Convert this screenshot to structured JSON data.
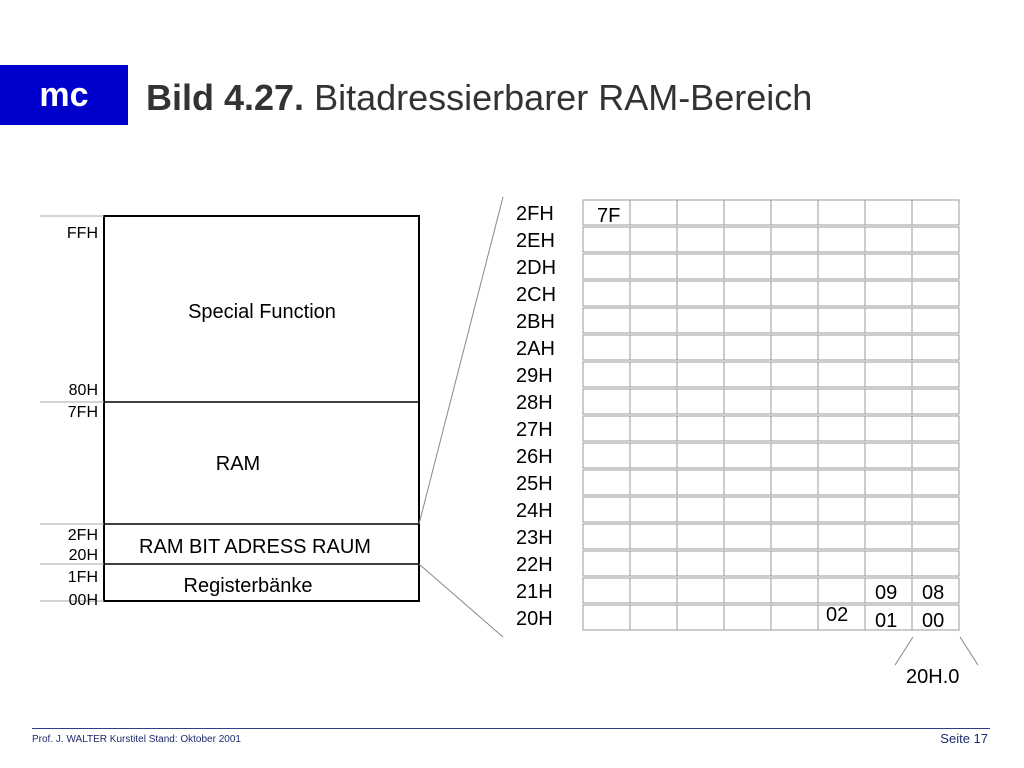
{
  "header": {
    "logo": "mc",
    "title_bold": "Bild 4.27.",
    "title_rest": "Bitadressierbarer RAM-Bereich"
  },
  "memory_map": {
    "addresses": [
      "FFH",
      "80H",
      "7FH",
      "2FH",
      "20H",
      "1FH",
      "00H"
    ],
    "regions": [
      "Special Function",
      "RAM",
      "RAM BIT ADRESS RAUM",
      "Registerbänke"
    ]
  },
  "bit_table": {
    "rows": [
      "2FH",
      "2EH",
      "2DH",
      "2CH",
      "2BH",
      "2AH",
      "29H",
      "28H",
      "27H",
      "26H",
      "25H",
      "24H",
      "23H",
      "22H",
      "21H",
      "20H"
    ],
    "cell_7f": "7F",
    "cell_09": "09",
    "cell_08": "08",
    "cell_02": "02",
    "cell_01": "01",
    "cell_00": "00",
    "bit_label": "20H.0"
  },
  "footer": {
    "left": "Prof. J. WALTER   Kurstitel  Stand: Oktober 2001",
    "right": "Seite 17"
  }
}
